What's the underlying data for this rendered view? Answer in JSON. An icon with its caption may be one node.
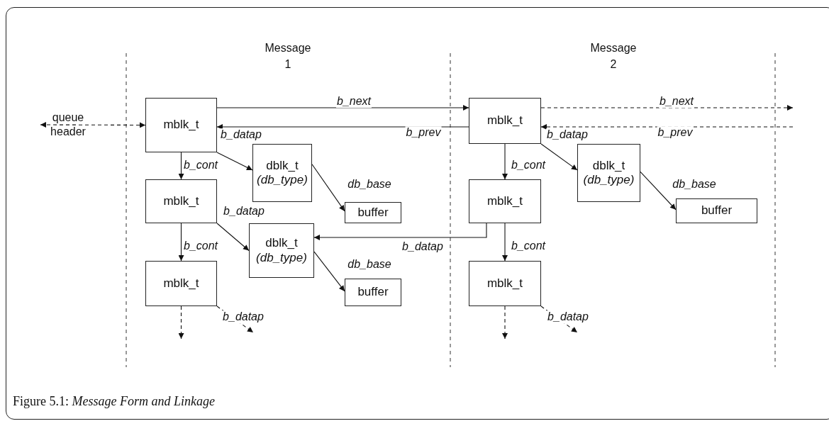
{
  "diagram": {
    "caption": "Figure 5.1: *Message Form and Linkage*",
    "nodes": [
      {
        "text": [
          "mblk_t"
        ]
      },
      {
        "text": [
          "dblk_t",
          "(db_type)"
        ]
      },
      {
        "text": [
          "buffer"
        ]
      },
      {
        "text": [
          "mblk_t"
        ]
      },
      {
        "text": [
          "dblk_t",
          "(db_type)"
        ]
      },
      {
        "text": [
          "buffer"
        ]
      },
      {
        "text": [
          "mblk_t"
        ]
      },
      {
        "text": [
          "mblk_t"
        ]
      },
      {
        "text": [
          "dblk_t",
          "(db_type)"
        ]
      },
      {
        "text": [
          "buffer"
        ]
      },
      {
        "text": [
          "mblk_t"
        ]
      },
      {
        "text": [
          "mblk_t"
        ]
      }
    ],
    "edges": [
      {
        "from": 0,
        "to": 7,
        "arrow": "to",
        "label": "b_next"
      },
      {
        "from": 7,
        "to": 0,
        "arrow": "to",
        "label": "b_prev"
      },
      {
        "from": 0,
        "to": 1,
        "arrow": "to",
        "label": "b_datap"
      },
      {
        "from": 0,
        "to": 3,
        "arrow": "to",
        "label": "b_cont"
      },
      {
        "from": 1,
        "to": 2,
        "arrow": "to",
        "label": "db_base"
      },
      {
        "from": 3,
        "to": 4,
        "arrow": "to",
        "label": "b_datap"
      },
      {
        "from": 3,
        "to": 6,
        "arrow": "to",
        "label": "b_cont"
      },
      {
        "from": 4,
        "to": 5,
        "arrow": "to",
        "label": "db_base"
      },
      {
        "from": 6,
        "to": null,
        "arrow": "to",
        "style": "dashed"
      },
      {
        "from": 6,
        "to": null,
        "arrow": "to",
        "style": "dashed",
        "label": "b_datap"
      },
      {
        "from": 7,
        "to": null,
        "arrow": "to",
        "style": "dashed",
        "label": "b_next"
      },
      {
        "from": null,
        "to": 7,
        "arrow": "to",
        "style": "dashed",
        "label": "b_prev"
      },
      {
        "from": 7,
        "to": 8,
        "arrow": "to",
        "label": "b_datap"
      },
      {
        "from": 7,
        "to": 10,
        "arrow": "to",
        "label": "b_cont"
      },
      {
        "from": 8,
        "to": 9,
        "arrow": "to",
        "label": "db_base"
      },
      {
        "from": 10,
        "to": 4,
        "arrow": "to",
        "label": "b_datap"
      },
      {
        "from": 10,
        "to": 11,
        "arrow": "to",
        "label": "b_cont"
      },
      {
        "from": 11,
        "to": null,
        "arrow": "to",
        "style": "dashed"
      },
      {
        "from": 11,
        "to": null,
        "arrow": "to",
        "style": "dashed",
        "label": "b_datap"
      },
      {
        "from": null,
        "to": 0,
        "arrow": "both",
        "style": "dashed",
        "label": "queue header"
      }
    ],
    "labels": [
      "Message 1",
      "Message 2"
    ]
  }
}
